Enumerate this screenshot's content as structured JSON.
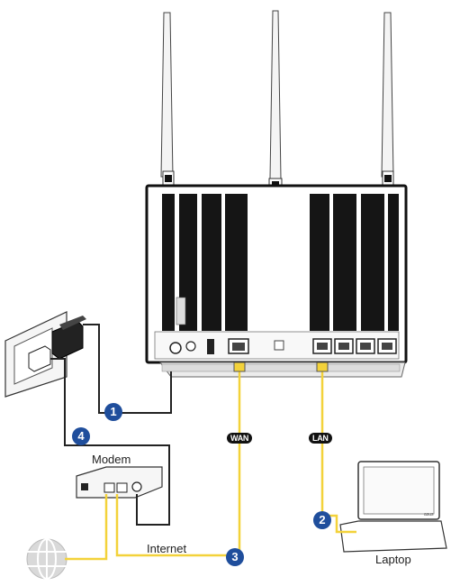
{
  "labels": {
    "modem": "Modem",
    "internet": "Internet",
    "laptop": "Laptop",
    "wan_tag": "WAN",
    "lan_tag": "LAN",
    "laptop_brand": "asus"
  },
  "steps": [
    "1",
    "2",
    "3",
    "4"
  ],
  "colors": {
    "cable_yellow": "#f3d23a",
    "cable_black": "#222222",
    "step_badge": "#1f4e9c",
    "device_outline": "#333333"
  },
  "icons": {
    "globe": "globe-icon",
    "wall_outlet": "wall-outlet-icon",
    "power_adapter": "power-adapter-icon",
    "router": "router-icon",
    "laptop": "laptop-icon",
    "modem": "modem-icon"
  }
}
